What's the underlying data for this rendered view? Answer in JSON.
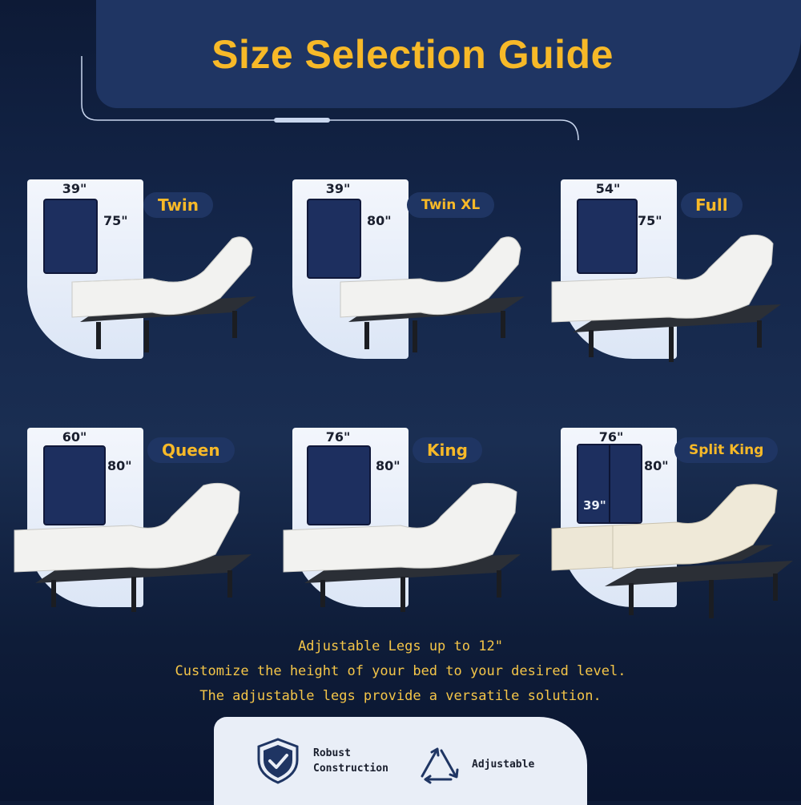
{
  "title": "Size Selection Guide",
  "sizes": [
    {
      "name": "Twin",
      "width": "39\"",
      "length": "75\""
    },
    {
      "name": "Twin XL",
      "width": "39\"",
      "length": "80\""
    },
    {
      "name": "Full",
      "width": "54\"",
      "length": "75\""
    },
    {
      "name": "Queen",
      "width": "60\"",
      "length": "80\""
    },
    {
      "name": "King",
      "width": "76\"",
      "length": "80\""
    },
    {
      "name": "Split King",
      "width": "76\"",
      "length": "80\"",
      "half_width": "39\""
    }
  ],
  "legs": {
    "line1": "Adjustable Legs up to 12\"",
    "line2": "Customize the height of your bed to your desired level.",
    "line3": "The adjustable legs provide a versatile solution."
  },
  "features": {
    "robust": "Robust Construction",
    "adjustable": "Adjustable"
  },
  "colors": {
    "accent": "#f7b928",
    "banner": "#1f3563",
    "mattress_rect": "#1d2f5f",
    "panel": "#e9eef7"
  }
}
